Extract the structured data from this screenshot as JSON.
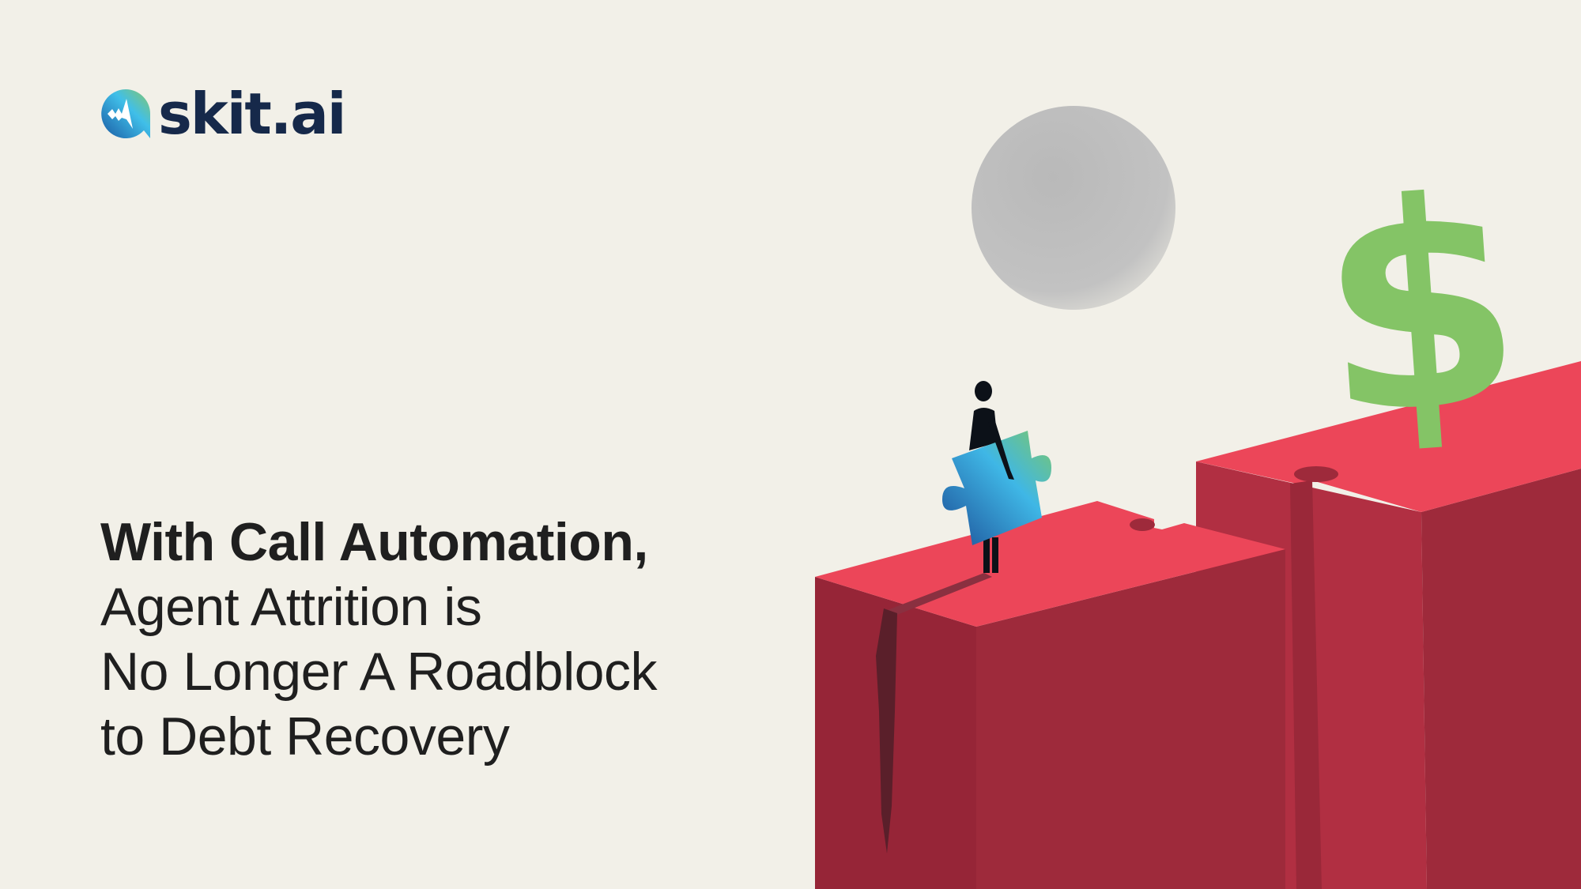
{
  "brand": {
    "logo_text": "skit.ai",
    "icon": "voice-wave-chat-bubble-icon",
    "text_color": "#16294a"
  },
  "headline": {
    "line1": "With Call Automation,",
    "line2": "Agent Attrition is",
    "line3": "No Longer A Roadblock",
    "line4": "to Debt Recovery"
  },
  "illustration": {
    "dollar_symbol": "$",
    "colors": {
      "background": "#f2f0e8",
      "block_top": "#ec4659",
      "block_side": "#9e2a3b",
      "dollar": "#84c466",
      "moon": "#bdbdbd"
    }
  }
}
